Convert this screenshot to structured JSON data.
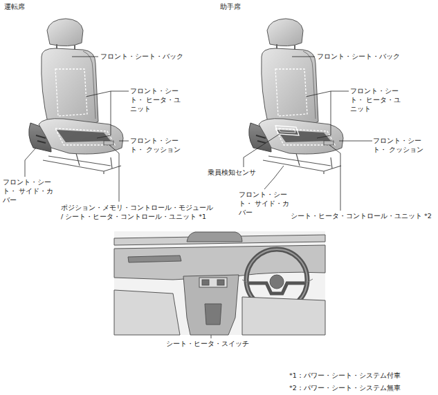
{
  "diagram": {
    "labels": [
      "運転席",
      "助手席",
      "フロント・シート・バック",
      "フロント・シート・ ヒータ・ユニット",
      "フロント・シート・ クッション",
      "フロント・シート・ サイド・カバー",
      "ポジション・メモリ・コントロール・モジュール / シート・ヒータ・コントロール・ユニット *1",
      "フロント・シート・バック",
      "フロント・シート・ ヒータ・ユニット",
      "フロント・シート・ クッション",
      "乗員検知センサ",
      "フロント・シート・ サイド・カバー",
      "シート・ヒータ・コントロール・ユニット *2",
      "シート・ヒータ・スイッチ",
      "*1：パワー・シート・システム付車",
      "*2：パワー・シート・システム無車"
    ]
  }
}
